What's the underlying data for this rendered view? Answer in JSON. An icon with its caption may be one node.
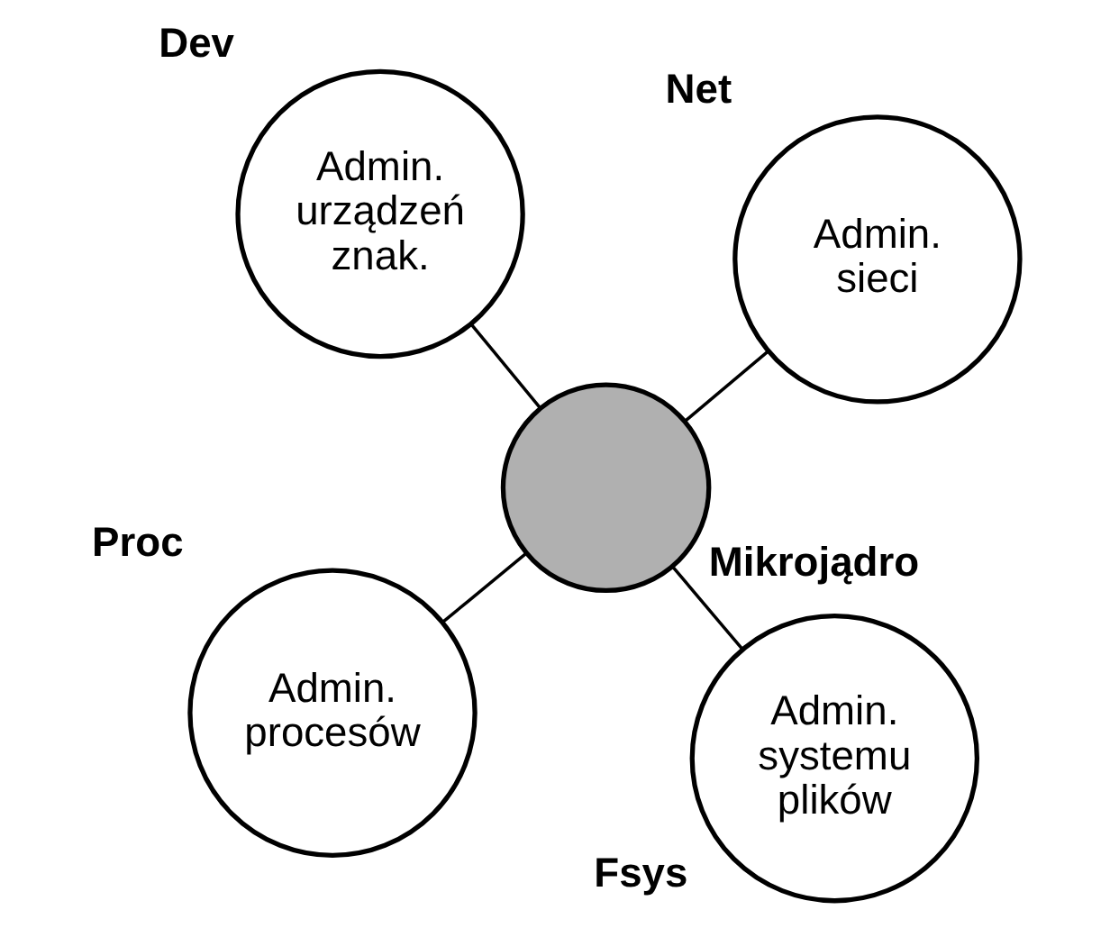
{
  "diagram": {
    "nodes": [
      {
        "text": [
          "Admin. procesów"
        ],
        "beside": [
          "Proc"
        ]
      },
      {
        "text": [
          "Admin. systemu plików"
        ],
        "beside": [
          "Fsys"
        ]
      },
      {
        "text": [],
        "shape": "circle",
        "beside": [
          "Mikrojądro"
        ]
      },
      {
        "text": [
          "Admin. urządzeń znak."
        ],
        "beside": [
          "Dev"
        ]
      },
      {
        "text": [
          "Admin. sieci"
        ],
        "beside": [
          "Net"
        ]
      }
    ],
    "edges": [
      {
        "from": 2,
        "to": 0,
        "arrow": "none"
      },
      {
        "from": 2,
        "to": 1,
        "arrow": "none"
      },
      {
        "from": 2,
        "to": 3,
        "arrow": "none"
      },
      {
        "from": 2,
        "to": 4,
        "arrow": "none"
      }
    ]
  }
}
